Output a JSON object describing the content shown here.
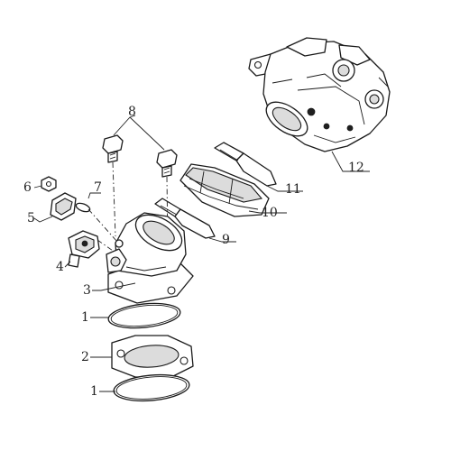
{
  "callouts": [
    {
      "key": "c1a",
      "label": "1"
    },
    {
      "key": "c1b",
      "label": "1"
    },
    {
      "key": "c2",
      "label": "2"
    },
    {
      "key": "c3",
      "label": "3"
    },
    {
      "key": "c4",
      "label": "4"
    },
    {
      "key": "c5",
      "label": "5"
    },
    {
      "key": "c6",
      "label": "6"
    },
    {
      "key": "c7",
      "label": "7"
    },
    {
      "key": "c8",
      "label": "8"
    },
    {
      "key": "c9",
      "label": "9"
    },
    {
      "key": "c10",
      "label": "10"
    },
    {
      "key": "c11",
      "label": "11"
    },
    {
      "key": "c12",
      "label": "12"
    }
  ]
}
